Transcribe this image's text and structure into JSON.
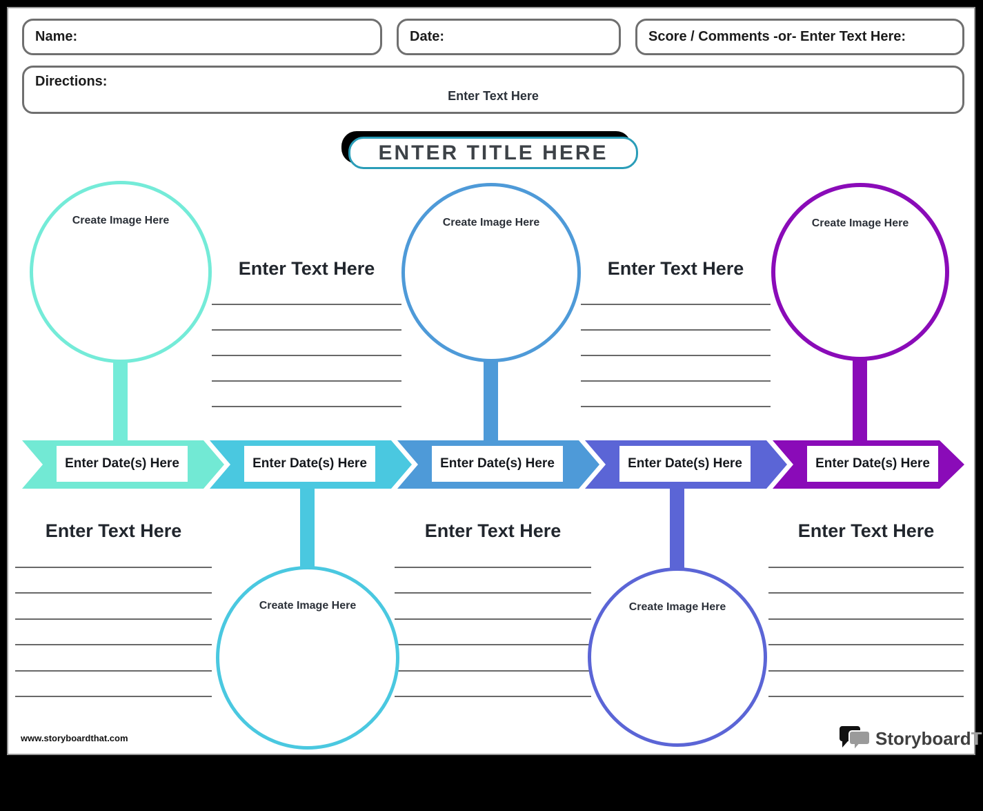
{
  "header": {
    "name_label": "Name:",
    "date_label": "Date:",
    "score_label": "Score / Comments -or- Enter Text Here:",
    "directions_label": "Directions:",
    "directions_placeholder": "Enter Text Here"
  },
  "title": {
    "text": "ENTER TITLE HERE",
    "border_color": "#2a9db8",
    "shadow_color": "#000000"
  },
  "timeline": {
    "segments": [
      {
        "label": "Enter Date(s) Here",
        "color": "#72e9d4"
      },
      {
        "label": "Enter Date(s) Here",
        "color": "#4ac8e0"
      },
      {
        "label": "Enter Date(s) Here",
        "color": "#4e9ad8"
      },
      {
        "label": "Enter Date(s) Here",
        "color": "#5b65d6"
      },
      {
        "label": "Enter Date(s) Here",
        "color": "#8a0bb8"
      }
    ]
  },
  "circles": [
    {
      "label": "Create Image Here",
      "color": "#74ebd8",
      "position": "top"
    },
    {
      "label": "Create Image Here",
      "color": "#4ac8e0",
      "position": "bottom"
    },
    {
      "label": "Create Image Here",
      "color": "#4e9ad8",
      "position": "top"
    },
    {
      "label": "Create Image Here",
      "color": "#5b65d6",
      "position": "bottom"
    },
    {
      "label": "Create Image Here",
      "color": "#8a0bb8",
      "position": "top"
    }
  ],
  "text_areas": [
    {
      "heading": "Enter Text Here",
      "lines": 5,
      "position": "above-timeline-left"
    },
    {
      "heading": "Enter Text Here",
      "lines": 5,
      "position": "above-timeline-right"
    },
    {
      "heading": "Enter Text Here",
      "lines": 6,
      "position": "below-timeline-left"
    },
    {
      "heading": "Enter Text Here",
      "lines": 6,
      "position": "below-timeline-middle"
    },
    {
      "heading": "Enter Text Here",
      "lines": 6,
      "position": "below-timeline-right"
    }
  ],
  "footer": {
    "website": "www.storyboardthat.com",
    "brand_primary": "Storyboard",
    "brand_secondary": "That"
  }
}
